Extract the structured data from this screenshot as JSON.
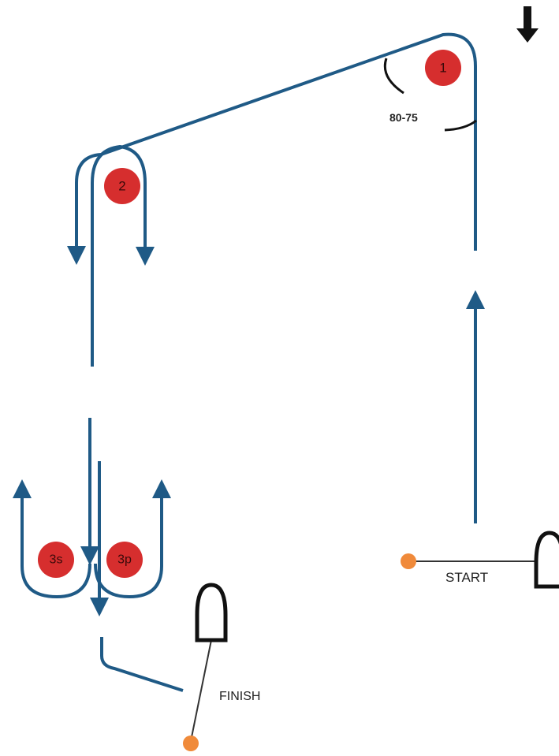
{
  "marks": {
    "m1": "1",
    "m2": "2",
    "m3s": "3s",
    "m3p": "3p"
  },
  "angle_label": "80-75",
  "start_label": "START",
  "finish_label": "FINISH",
  "colors": {
    "course": "#1f5a86",
    "mark": "#d62e2e",
    "pin": "#f08a3a",
    "line": "#333333",
    "wind_arrow": "#111111",
    "boat_outline": "#111111"
  },
  "icons": {
    "wind": "wind-arrow-icon",
    "start_boat": "committee-boat-icon",
    "finish_boat": "committee-boat-icon"
  }
}
